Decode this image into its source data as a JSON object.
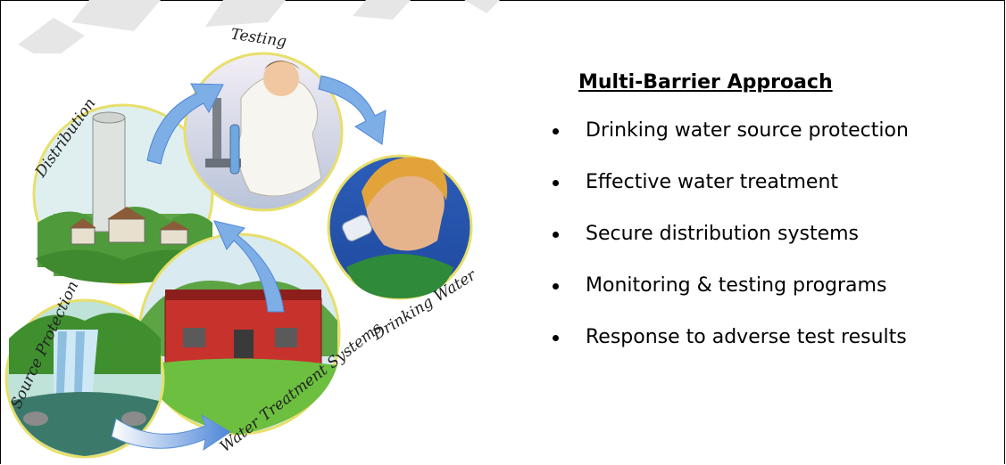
{
  "diagram": {
    "labels": {
      "testing": "Testing",
      "distribution": "Distribution",
      "drinking_water": "Drinking Water",
      "source_protection": "Source Protection",
      "water_treatment_systems": "Water Treatment Systems"
    },
    "colors": {
      "arrow": "#5a8fd6",
      "circle_border": "#e8df6a"
    }
  },
  "panel": {
    "title": "Multi-Barrier Approach",
    "items": [
      "Drinking water source protection",
      "Effective water treatment",
      "Secure distribution systems",
      "Monitoring & testing programs",
      "Response to adverse test results"
    ]
  }
}
